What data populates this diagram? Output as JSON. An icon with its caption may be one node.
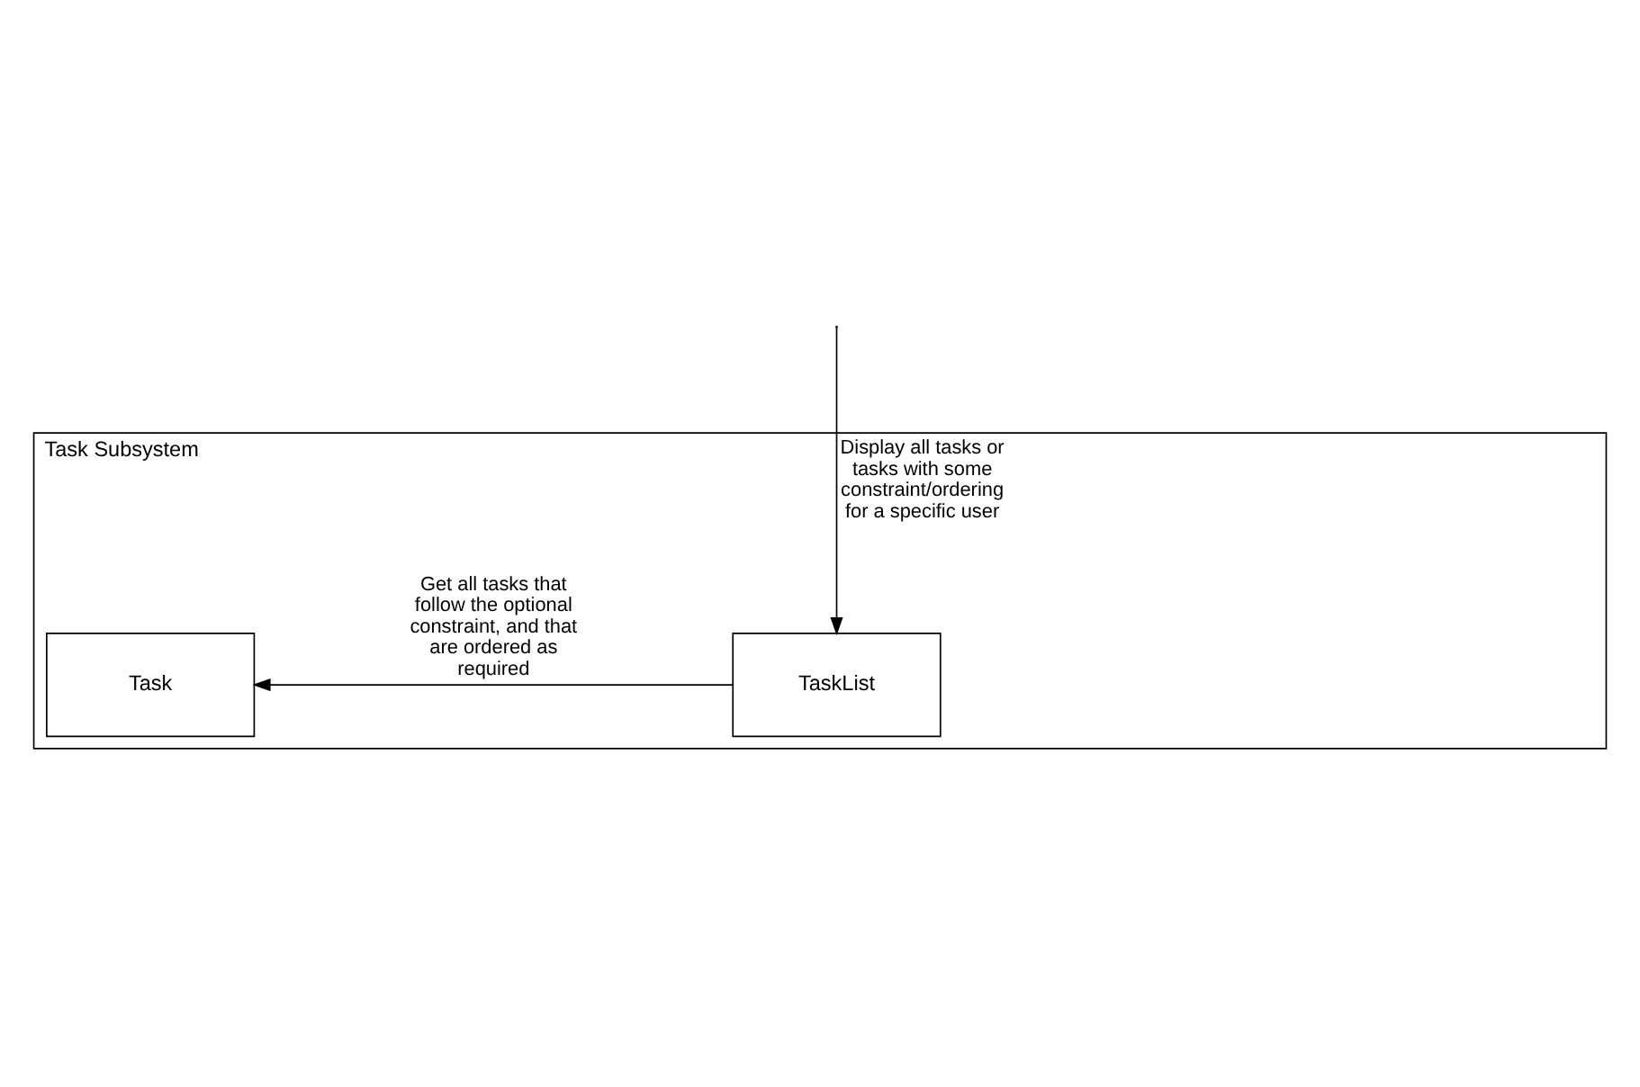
{
  "diagram": {
    "nodes": [
      {
        "text": [
          "Task Subsystem"
        ]
      },
      {
        "text": [
          "Task"
        ],
        "in": 0
      },
      {
        "text": [
          "TaskList"
        ],
        "in": 0
      }
    ],
    "edges": [
      {
        "from": null,
        "to": 2,
        "arrow": "to",
        "label": "Display all tasks or tasks with some constraint/ordering for a specific user"
      },
      {
        "from": 2,
        "to": 1,
        "arrow": "to",
        "label": "Get all tasks that follow the optional constraint, and that are ordered as required"
      }
    ]
  }
}
